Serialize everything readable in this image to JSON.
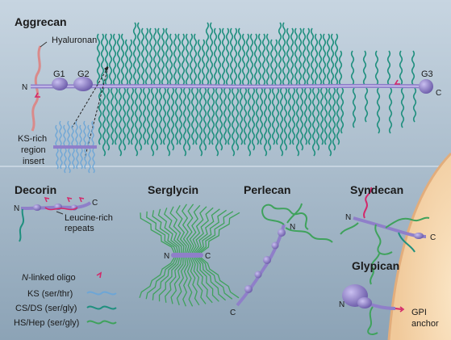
{
  "colors": {
    "background_top": "#bfcfdc",
    "background_bottom": "#8ea5b8",
    "cell_surface": "#f6d9b0",
    "cell_membrane": "#e8b487",
    "core_protein": "#8f7fc9",
    "ks_chain": "#6da6d6",
    "cs_ds_chain": "#1f8f7e",
    "hs_hep_chain": "#3fa25c",
    "n_linked_oligo": "#d3286a",
    "hyaluronan": "#d98a8a"
  },
  "aggrecan": {
    "title": "Aggrecan",
    "hyaluronan": "Hyaluronan",
    "g1": "G1",
    "g2": "G2",
    "g3": "G3",
    "n": "N",
    "c": "C",
    "ks_insert_line1": "KS-rich",
    "ks_insert_line2": "region",
    "ks_insert_line3": "insert"
  },
  "decorin": {
    "title": "Decorin",
    "n": "N",
    "c": "C",
    "repeats_line1": "Leucine-rich",
    "repeats_line2": "repeats"
  },
  "serglycin": {
    "title": "Serglycin",
    "n": "N",
    "c": "C"
  },
  "perlecan": {
    "title": "Perlecan",
    "n": "N",
    "c": "C"
  },
  "syndecan": {
    "title": "Syndecan",
    "n": "N",
    "c": "C"
  },
  "glypican": {
    "title": "Glypican",
    "n": "N",
    "anchor_line1": "GPI",
    "anchor_line2": "anchor"
  },
  "legend": {
    "n_linked_prefix": "N",
    "n_linked_suffix": "-linked oligo",
    "ks": "KS (ser/thr)",
    "cs_ds": "CS/DS (ser/gly)",
    "hs_hep": "HS/Hep (ser/gly)"
  }
}
